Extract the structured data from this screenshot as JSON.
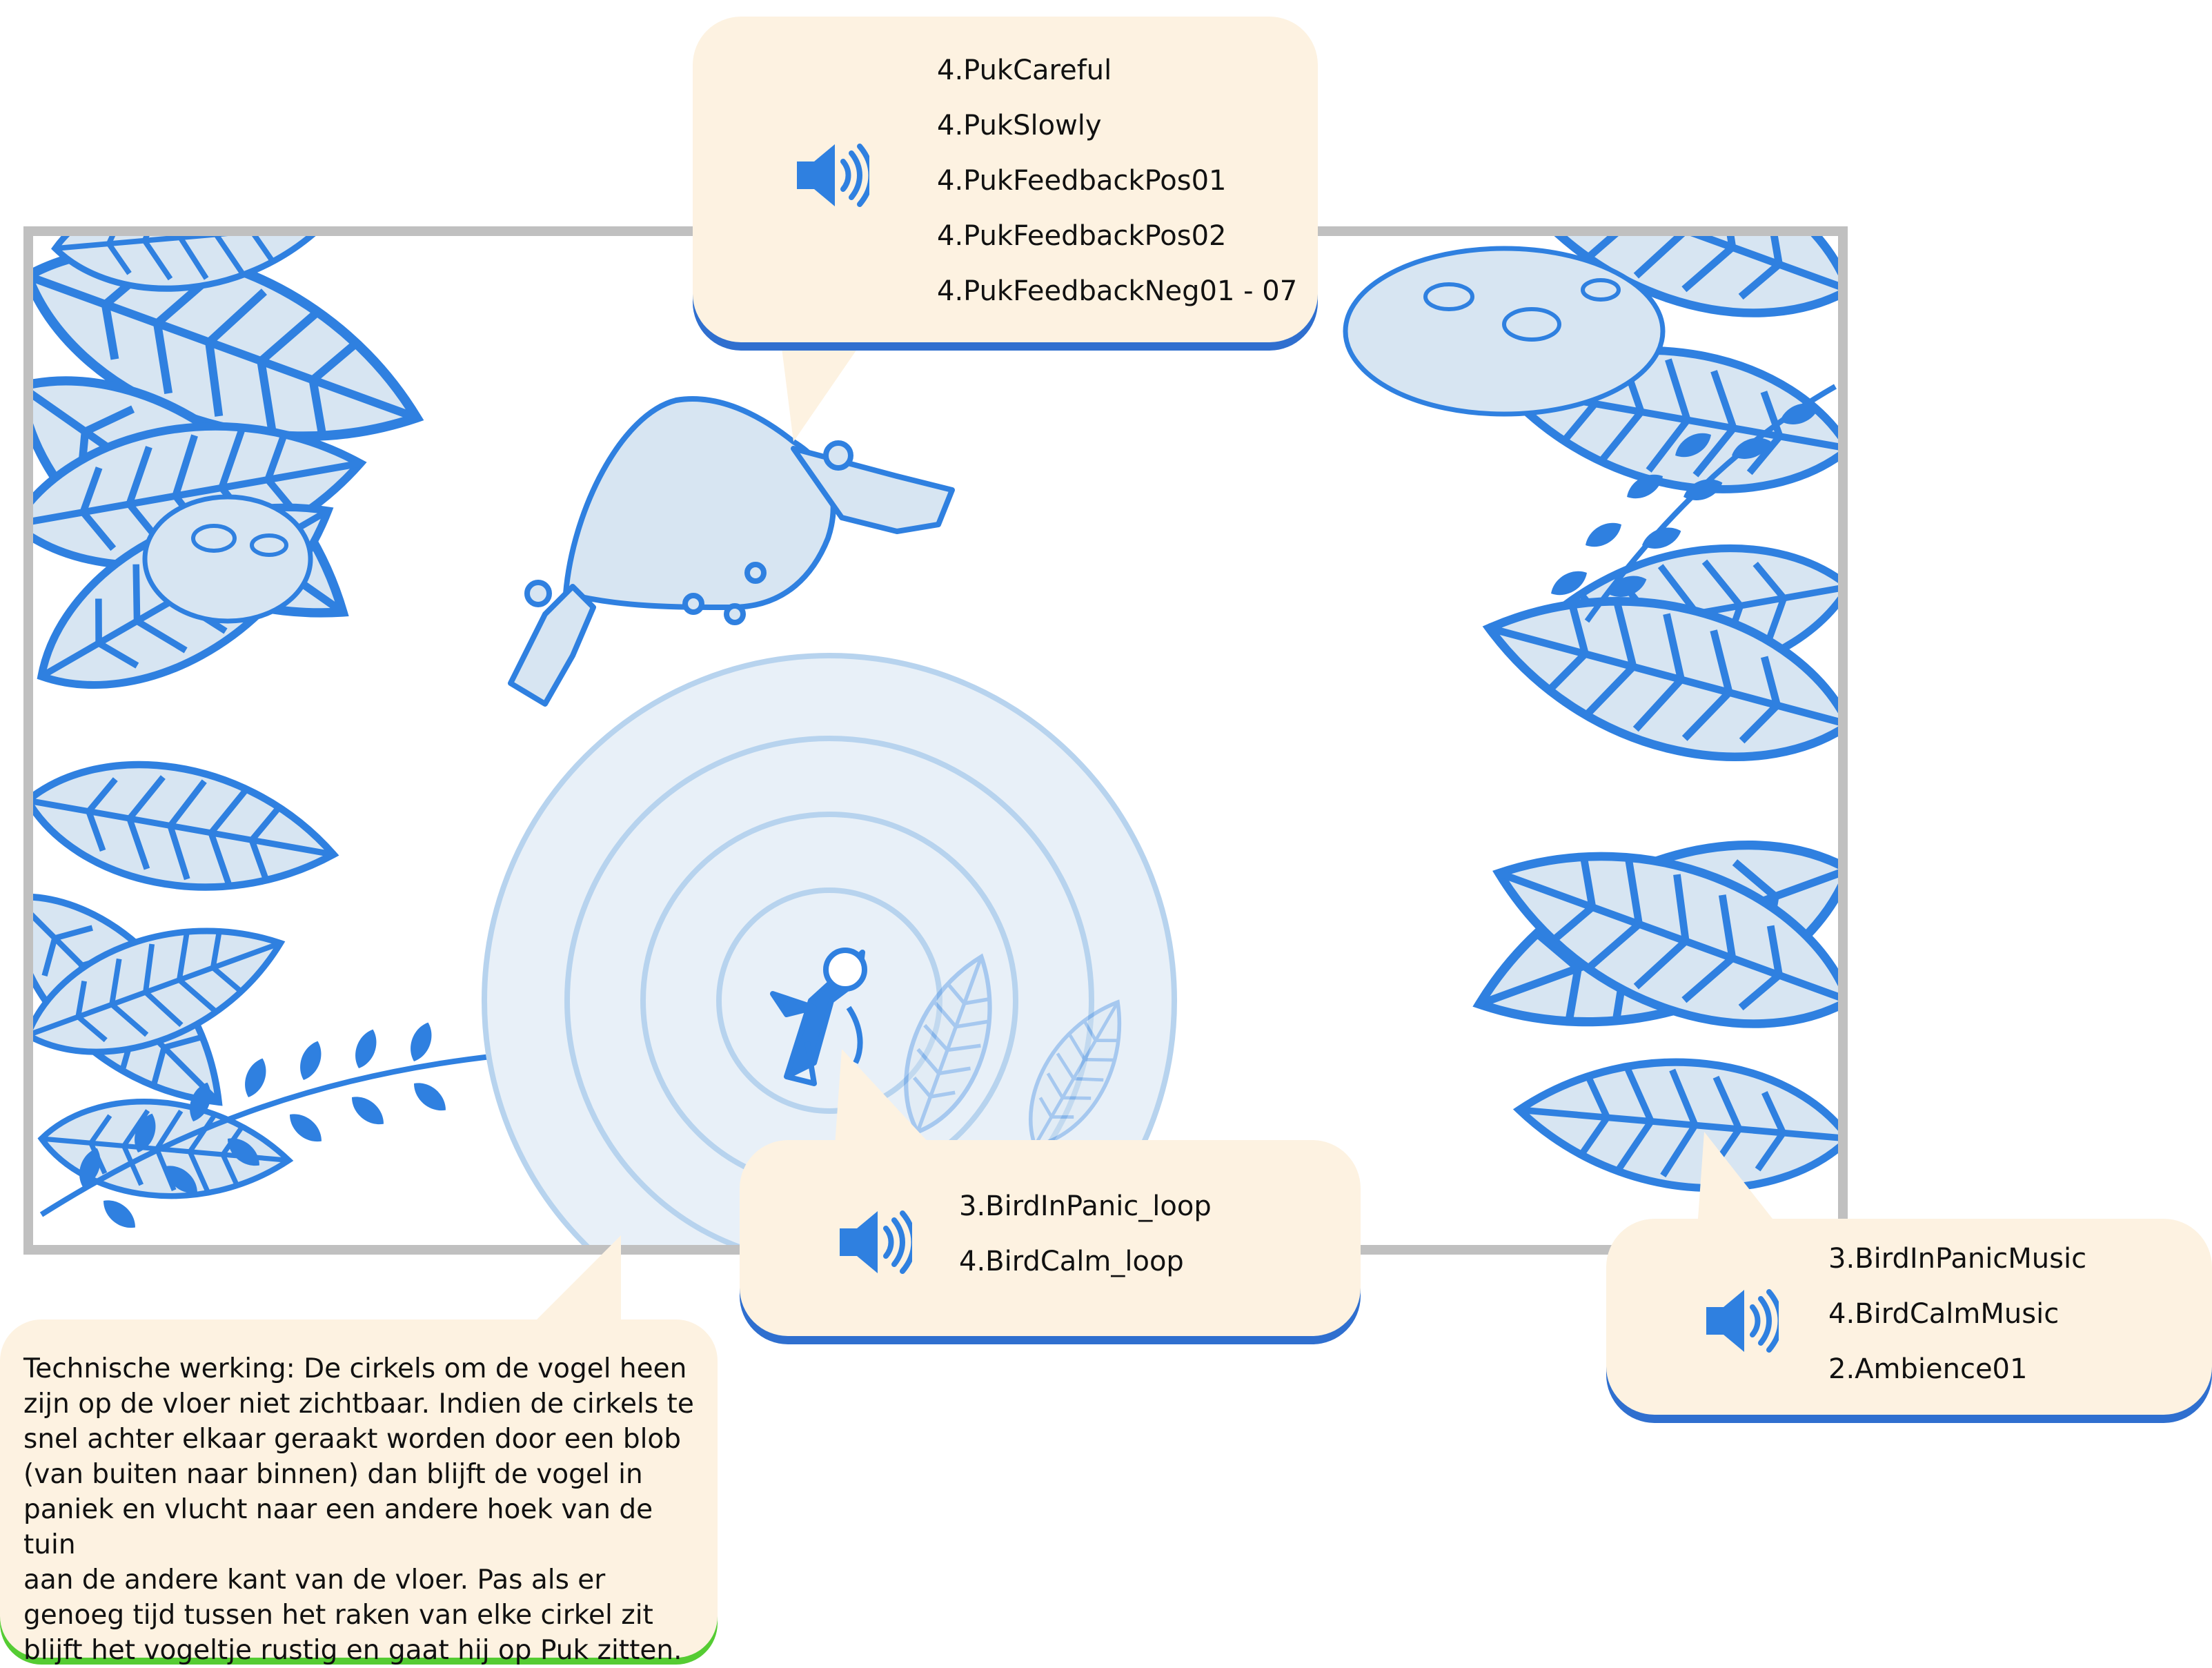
{
  "colors": {
    "ink": "#2f80e0",
    "leaf_fill": "#d7e5f2",
    "bubble_fill": "#fdf2e1",
    "bubble_shadow": "#2f6fcf",
    "note_shadow": "#55cc33",
    "frame": "#c0c0c0",
    "ripple": "#a9cbec"
  },
  "bubbles": {
    "puk": {
      "icon": "speaker-icon",
      "lines": [
        "4.PukCareful",
        "4.PukSlowly",
        "4.PukFeedbackPos01",
        "4.PukFeedbackPos02",
        "4.PukFeedbackNeg01 - 07"
      ]
    },
    "bird": {
      "icon": "speaker-icon",
      "lines": [
        "3.BirdInPanic_loop",
        "4.BirdCalm_loop"
      ]
    },
    "music": {
      "icon": "speaker-icon",
      "lines": [
        "3.BirdInPanicMusic",
        "4.BirdCalmMusic",
        "2.Ambience01"
      ]
    }
  },
  "note": {
    "text": "Technische werking: De cirkels om de vogel heen\nzijn op de vloer niet zichtbaar. Indien de cirkels te\nsnel achter elkaar geraakt worden door een blob\n(van buiten naar binnen) dan blijft de vogel in\npaniek en vlucht naar een andere hoek van de tuin\naan de andere kant van de vloer. Pas als er\ngenoeg tijd tussen het raken van elke cirkel zit\nblijft het vogeltje rustig en gaat hij op Puk zitten."
  }
}
